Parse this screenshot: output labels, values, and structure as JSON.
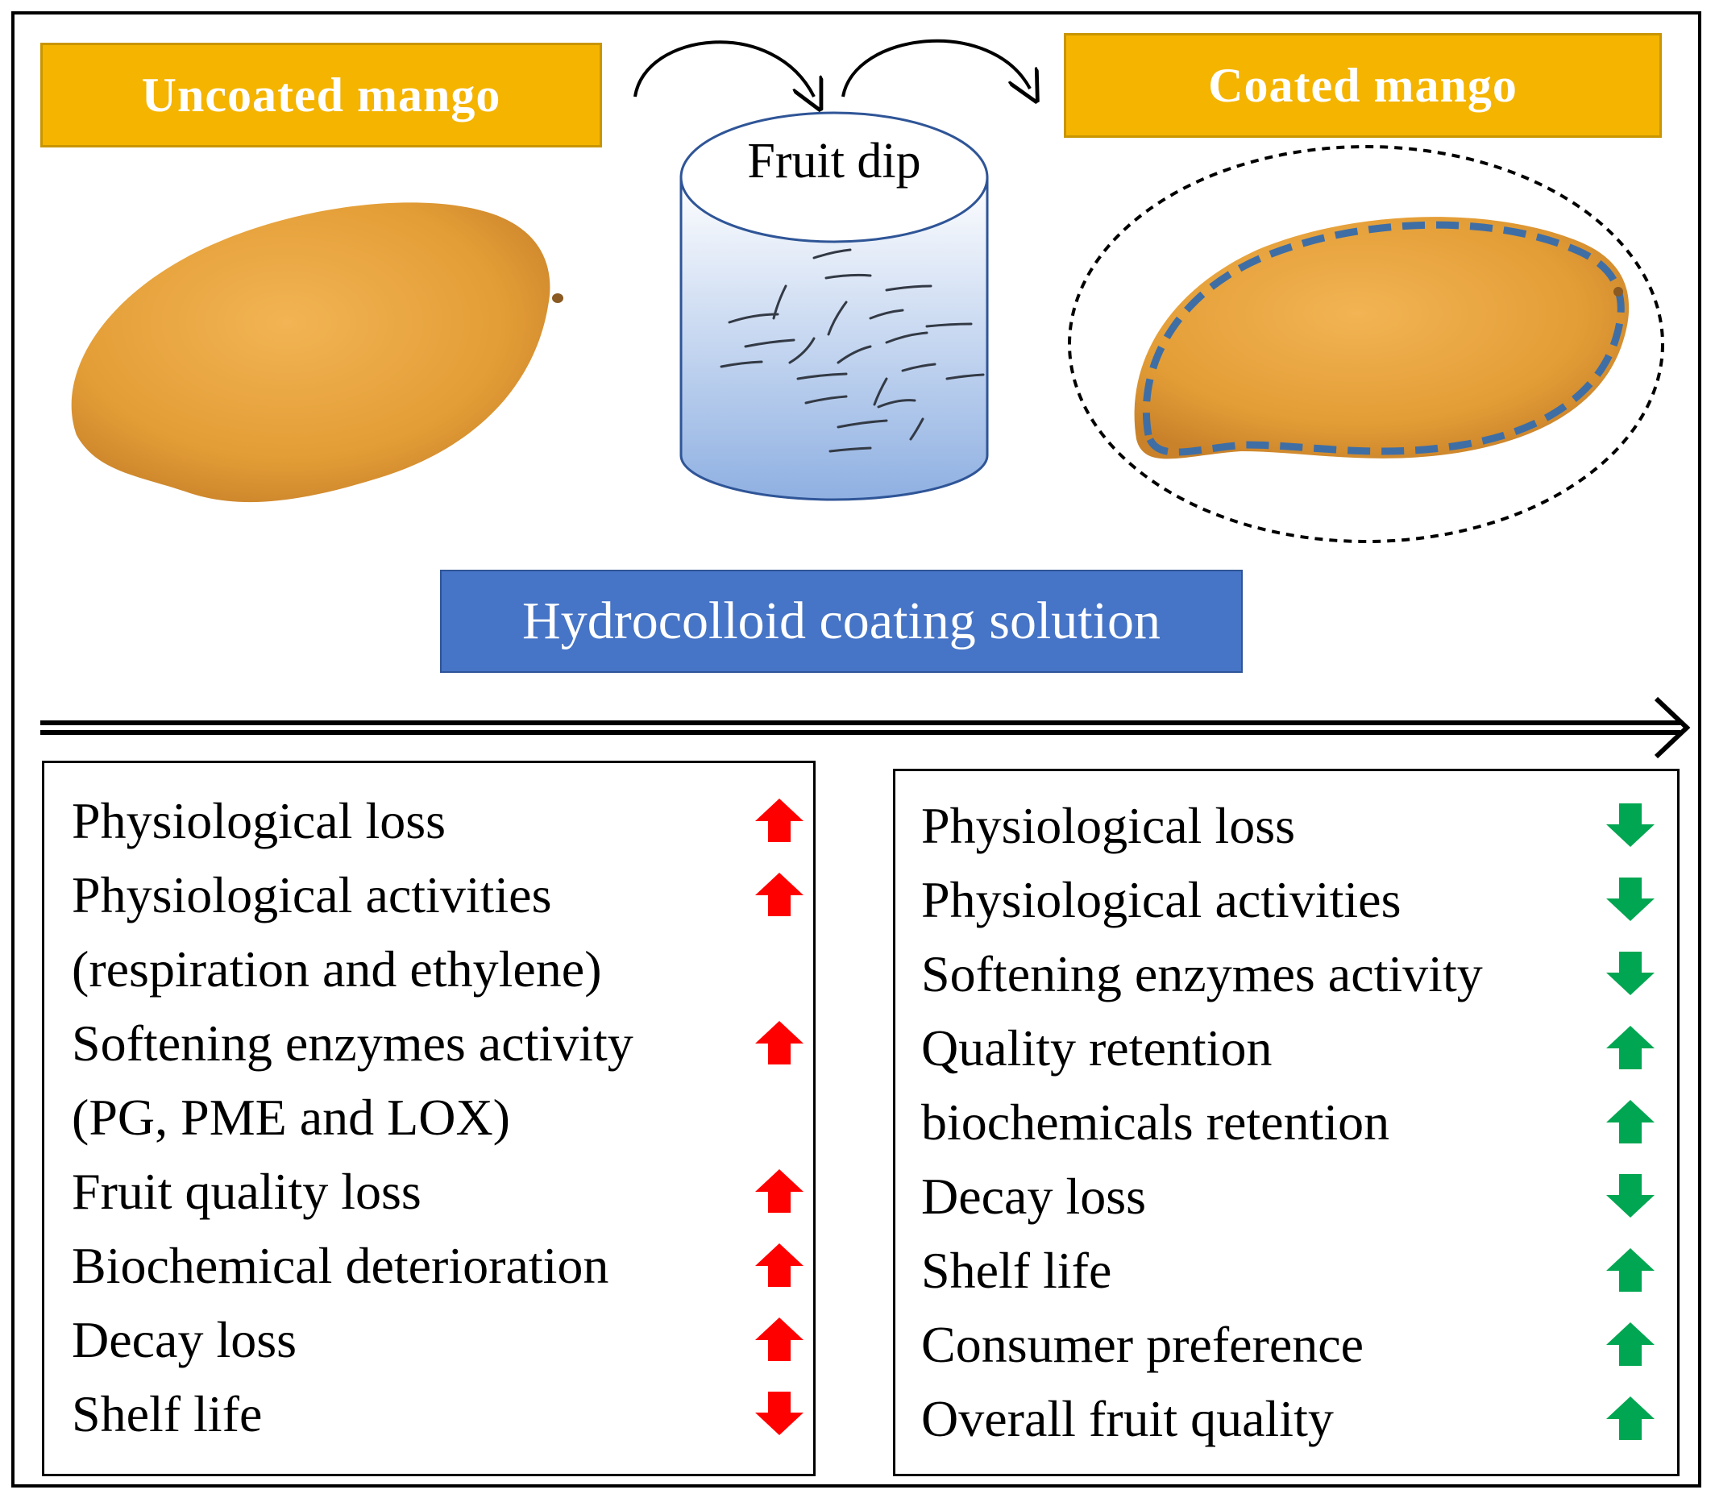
{
  "header": {
    "uncoated_label": "Uncoated mango",
    "coated_label": "Coated mango",
    "dip_label": "Fruit dip",
    "solution_label": "Hydrocolloid coating solution"
  },
  "colors": {
    "label_fill": "#f4b400",
    "solution_fill": "#4674c6",
    "increase_red": "#ff0000",
    "decrease_green": "#00a651",
    "mango": "#e9a23b"
  },
  "uncoated_effects": [
    {
      "text": "Physiological  loss",
      "trend": "up"
    },
    {
      "text": "Physiological  activities",
      "trend": "up"
    },
    {
      "text": "(respiration  and ethylene)",
      "trend": ""
    },
    {
      "text": "Softening  enzymes  activity",
      "trend": "up"
    },
    {
      "text": "(PG,  PME  and LOX)",
      "trend": ""
    },
    {
      "text": "Fruit  quality loss",
      "trend": "up"
    },
    {
      "text": "Biochemical  deterioration",
      "trend": "up"
    },
    {
      "text": "Decay loss",
      "trend": "up"
    },
    {
      "text": "Shelf life",
      "trend": "down"
    }
  ],
  "coated_effects": [
    {
      "text": "Physiological  loss",
      "trend": "down"
    },
    {
      "text": "Physiological  activities",
      "trend": "down"
    },
    {
      "text": "Softening  enzymes activity",
      "trend": "down"
    },
    {
      "text": "Quality  retention",
      "trend": "up"
    },
    {
      "text": "biochemicals  retention",
      "trend": "up"
    },
    {
      "text": "Decay loss",
      "trend": "down"
    },
    {
      "text": "Shelf life",
      "trend": "up"
    },
    {
      "text": "Consumer  preference",
      "trend": "up"
    },
    {
      "text": "Overall  fruit quality",
      "trend": "up"
    }
  ],
  "icons": {
    "up": "up-arrow-icon",
    "down": "down-arrow-icon",
    "curved": "curved-arrow-icon"
  }
}
